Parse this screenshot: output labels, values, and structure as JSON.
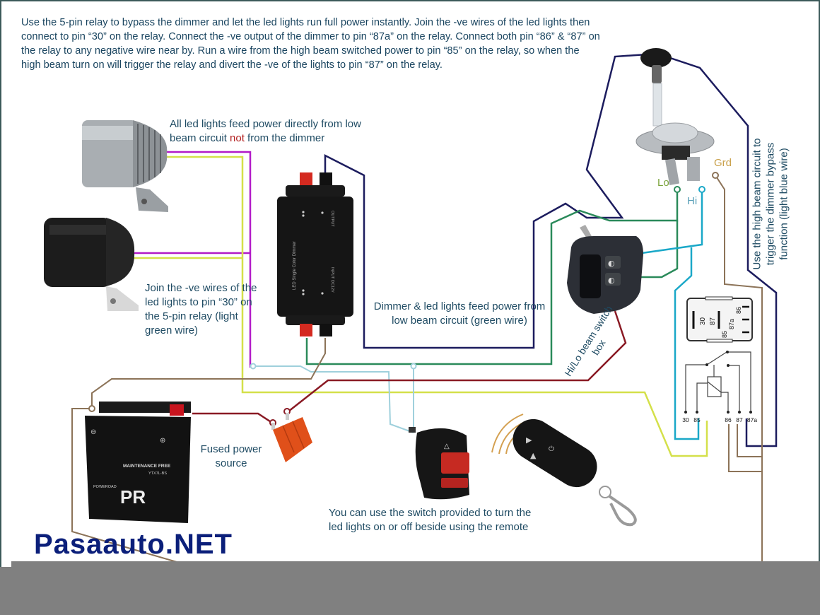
{
  "intro_text": "Use the 5-pin relay to bypass the dimmer and let the led lights run full power instantly. Join the -ve wires of the led lights then connect to pin “30” on the relay. Connect the -ve output of the dimmer to pin “87a” on the relay. Connect both pin “86” & “87” on the relay to any negative wire near by. Run a wire from the high beam switched power to pin “85” on the relay, so when the high beam turn on will trigger the relay and divert the -ve of the lights to pin “87” on the relay.",
  "labels": {
    "feed_part1": "All led lights feed power directly from low beam circuit ",
    "feed_not": "not",
    "feed_part2": " from the dimmer",
    "join_ve": "Join the -ve wires of the led lights to pin “30” on the 5-pin relay (light green wire)",
    "dimmer_feed": "Dimmer & led lights feed power from low beam circuit (green wire)",
    "fused_power": "Fused power source",
    "switch_note": "You can use the switch provided to turn the led lights on or off beside using the remote",
    "hilo_switch": "Hi/Lo beam switch box",
    "high_beam_note": "Use the high beam circuit to trigger the dimmer bypass function (light blue wire)",
    "lo": "Lo",
    "hi": "Hi",
    "grd": "Grd"
  },
  "relay": {
    "top_pins": [
      "30",
      "87",
      "85",
      "87a",
      "86"
    ],
    "bottom_pins": [
      "30",
      "85",
      "86",
      "87",
      "87a"
    ]
  },
  "components": {
    "dimmer_text": "LED Single Color Dimmer",
    "dimmer_output": "OUTPUT",
    "dimmer_input": "INPUT DC12V",
    "battery_label": "MAINTENANCE FREE",
    "battery_model": "YTX7L-BS",
    "battery_brand": "POWEROAD"
  },
  "watermark": "Pasaauto.NET",
  "colors": {
    "text": "#1f4b63",
    "wire_magenta": "#b21ac8",
    "wire_light_green": "#d4e04a",
    "wire_green": "#2a8a5a",
    "wire_navy": "#1c1c5e",
    "wire_light_blue": "#9fd0dc",
    "wire_cyan": "#1aa8c8",
    "wire_brown": "#8c7358",
    "wire_red": "#8a1a24"
  }
}
